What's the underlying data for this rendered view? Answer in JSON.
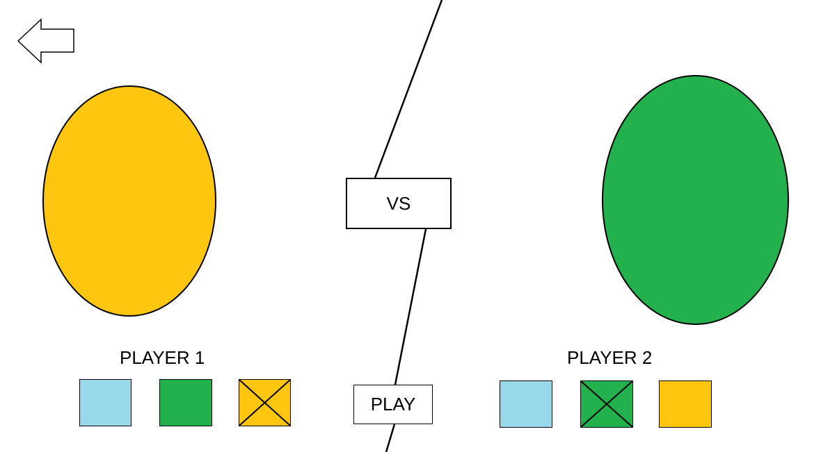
{
  "colors": {
    "yellow": "#FEC60F",
    "green": "#22B14C",
    "light_blue": "#99D8EA",
    "outline": "#000000",
    "background": "#FFFFFF"
  },
  "navigation": {
    "back_icon": "arrow-left-outline-icon"
  },
  "center": {
    "vs_label": "VS",
    "play_label": "PLAY"
  },
  "player1": {
    "label": "PLAYER 1",
    "avatar_color": "#FEC60F",
    "swatches": [
      {
        "color": "#99D8EA",
        "crossed": false
      },
      {
        "color": "#22B14C",
        "crossed": false
      },
      {
        "color": "#FEC60F",
        "crossed": true
      }
    ]
  },
  "player2": {
    "label": "PLAYER 2",
    "avatar_color": "#22B14C",
    "swatches": [
      {
        "color": "#99D8EA",
        "crossed": false
      },
      {
        "color": "#22B14C",
        "crossed": true
      },
      {
        "color": "#FEC60F",
        "crossed": false
      }
    ]
  }
}
